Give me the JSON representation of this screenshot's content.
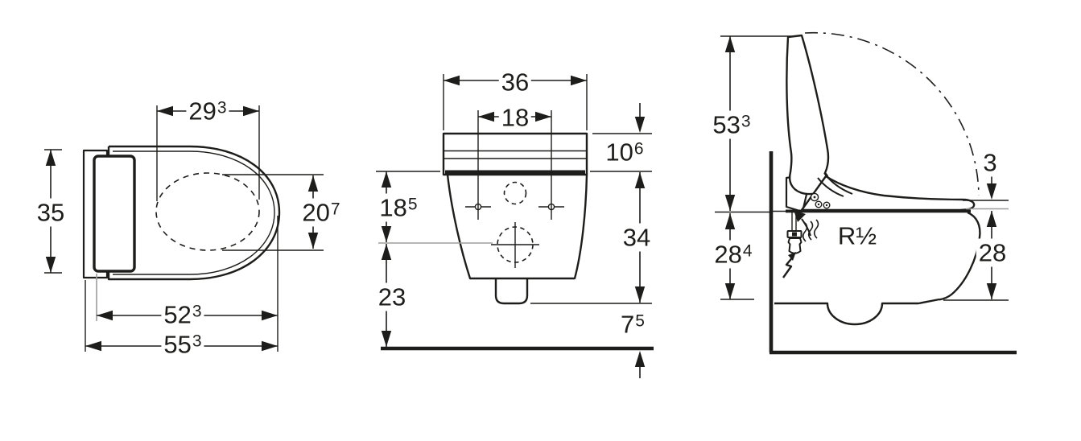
{
  "colors": {
    "line": "#1d1d1b",
    "gray_leader": "#9d9d9c",
    "background": "#ffffff"
  },
  "dimensions": {
    "top_view": {
      "seat_opening_width": {
        "v": "29",
        "s": "3"
      },
      "unit_depth": {
        "v": "35"
      },
      "seat_opening_depth": {
        "v": "20",
        "s": "7"
      },
      "body_length": {
        "v": "52",
        "s": "3"
      },
      "total_length": {
        "v": "55",
        "s": "3"
      }
    },
    "front_view": {
      "width": {
        "v": "36"
      },
      "fixing_bolt_distance": {
        "v": "18"
      },
      "seat_unit_height": {
        "v": "10",
        "s": "6"
      },
      "rim_to_drain_axis": {
        "v": "18",
        "s": "5"
      },
      "drain_axis_to_floor": {
        "v": "23"
      },
      "rim_to_outlet_bottom": {
        "v": "34"
      },
      "outlet_bottom_to_floor": {
        "v": "7",
        "s": "5"
      }
    },
    "side_view": {
      "open_lid_height": {
        "v": "53",
        "s": "3"
      },
      "seat_front_thickness": {
        "v": "3"
      },
      "lid_top_to_rim": {
        "v": "28",
        "s": "4"
      },
      "rim_to_bowl_bottom": {
        "v": "28"
      },
      "water_connection": {
        "v": "R½"
      }
    }
  },
  "icons": {
    "water_supply_valve": "valve-connector",
    "water_inlet_arrow": "wavy-flow-arrow",
    "power_connection": "lightning-bolt-arrow",
    "lid_opening_path": "dash-dot-arc"
  }
}
